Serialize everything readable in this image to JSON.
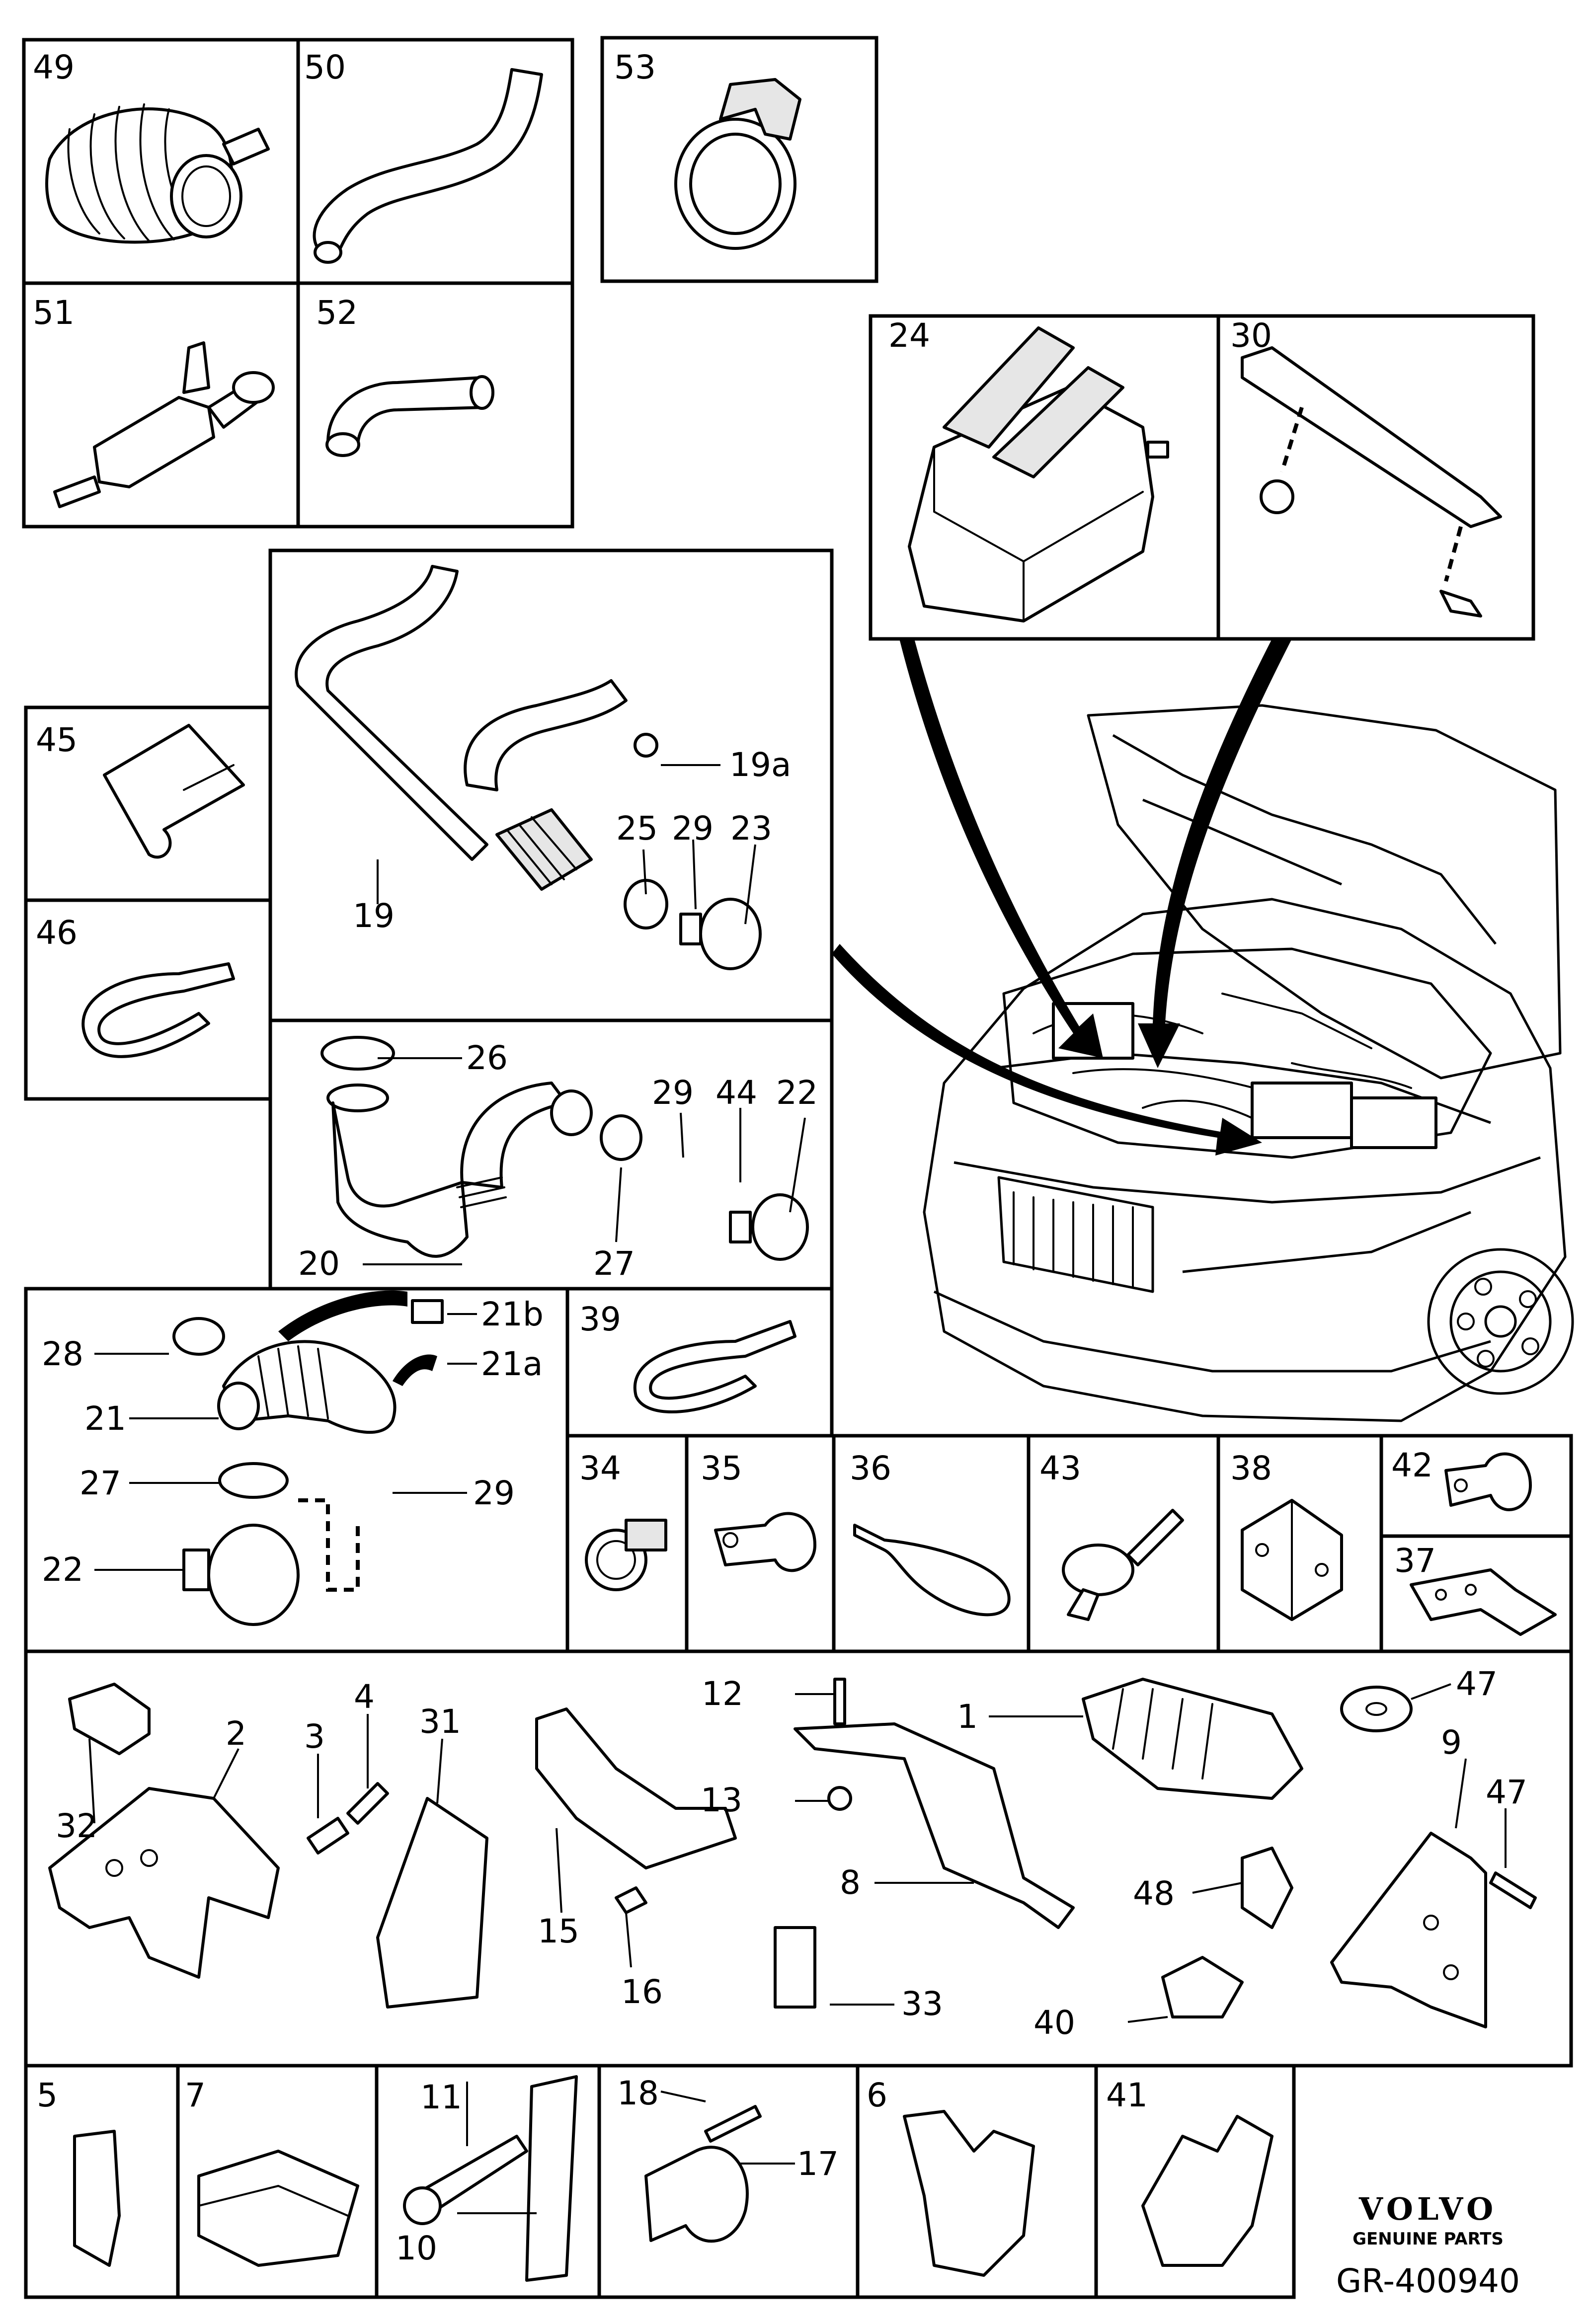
{
  "brand": {
    "logo_text": "VOLVO",
    "sub_text": "GENUINE PARTS",
    "reference": "GR-400940"
  },
  "callouts": {
    "n1": "1",
    "n2": "2",
    "n3": "3",
    "n4": "4",
    "n5": "5",
    "n6": "6",
    "n7": "7",
    "n8": "8",
    "n9": "9",
    "n10": "10",
    "n11": "11",
    "n12": "12",
    "n13": "13",
    "n15": "15",
    "n16": "16",
    "n17": "17",
    "n18": "18",
    "n19": "19",
    "n19a": "19a",
    "n20": "20",
    "n21": "21",
    "n21a": "21a",
    "n21b": "21b",
    "n22": "22",
    "n23": "23",
    "n24": "24",
    "n25": "25",
    "n26": "26",
    "n27": "27",
    "n28": "28",
    "n29": "29",
    "n30": "30",
    "n31": "31",
    "n32": "32",
    "n33": "33",
    "n34": "34",
    "n35": "35",
    "n36": "36",
    "n37": "37",
    "n38": "38",
    "n39": "39",
    "n40": "40",
    "n41": "41",
    "n42": "42",
    "n43": "43",
    "n44": "44",
    "n45": "45",
    "n46": "46",
    "n47": "47",
    "n48": "48",
    "n49": "49",
    "n50": "50",
    "n51": "51",
    "n52": "52",
    "n53": "53"
  },
  "colors": {
    "line": "#000000",
    "background": "#ffffff",
    "shade": "#e6e6e6"
  }
}
